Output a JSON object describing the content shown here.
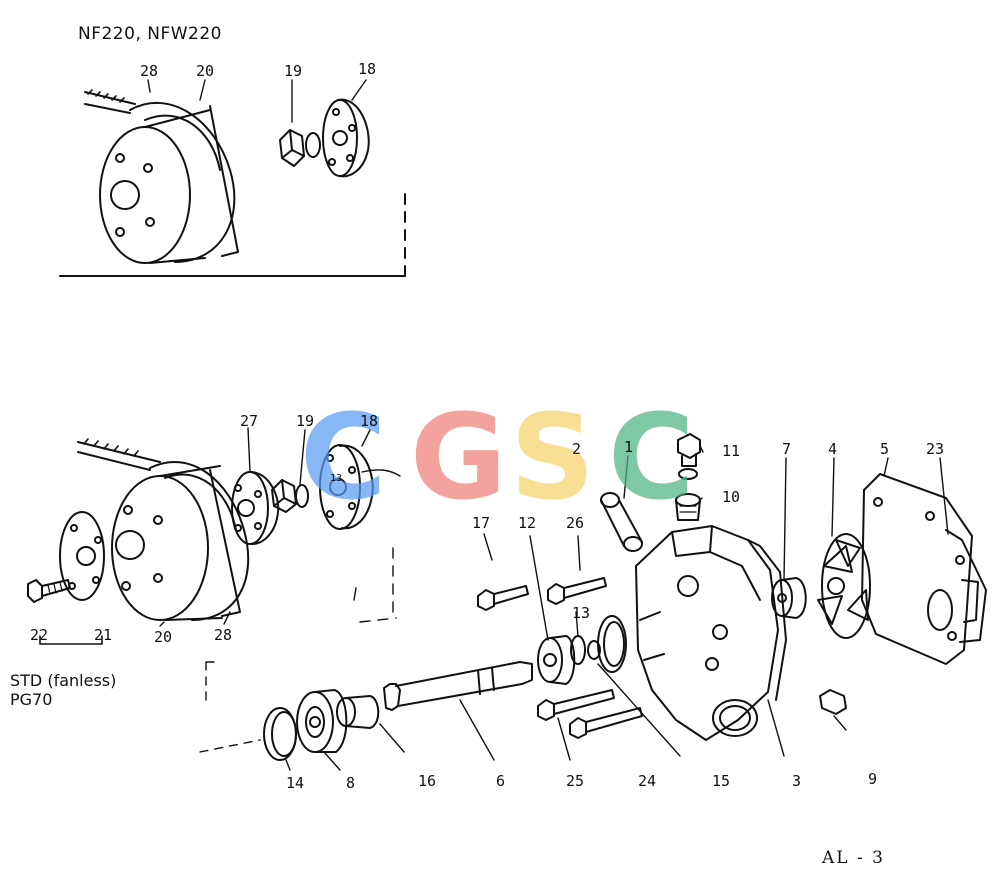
{
  "header": {
    "model_title": "NF220, NFW220"
  },
  "inset_labels": [
    "28",
    "20",
    "19",
    "18"
  ],
  "main_labels": [
    "27",
    "19",
    "18",
    "2",
    "1",
    "11",
    "7",
    "4",
    "5",
    "23",
    "10",
    "17",
    "12",
    "26",
    "13",
    "22",
    "21",
    "20",
    "28",
    "14",
    "8",
    "16",
    "6",
    "25",
    "24",
    "15",
    "3",
    "9"
  ],
  "small_part_mark": "13",
  "variant_text": {
    "line1": "STD (fanless)",
    "line2": "PG70"
  },
  "page_number": "AL - 3",
  "watermark": {
    "letters": [
      "C",
      "G",
      "S",
      "C"
    ],
    "colors": [
      "#5a9cf2",
      "#ef7f7a",
      "#f7d36b",
      "#4fb383"
    ]
  }
}
